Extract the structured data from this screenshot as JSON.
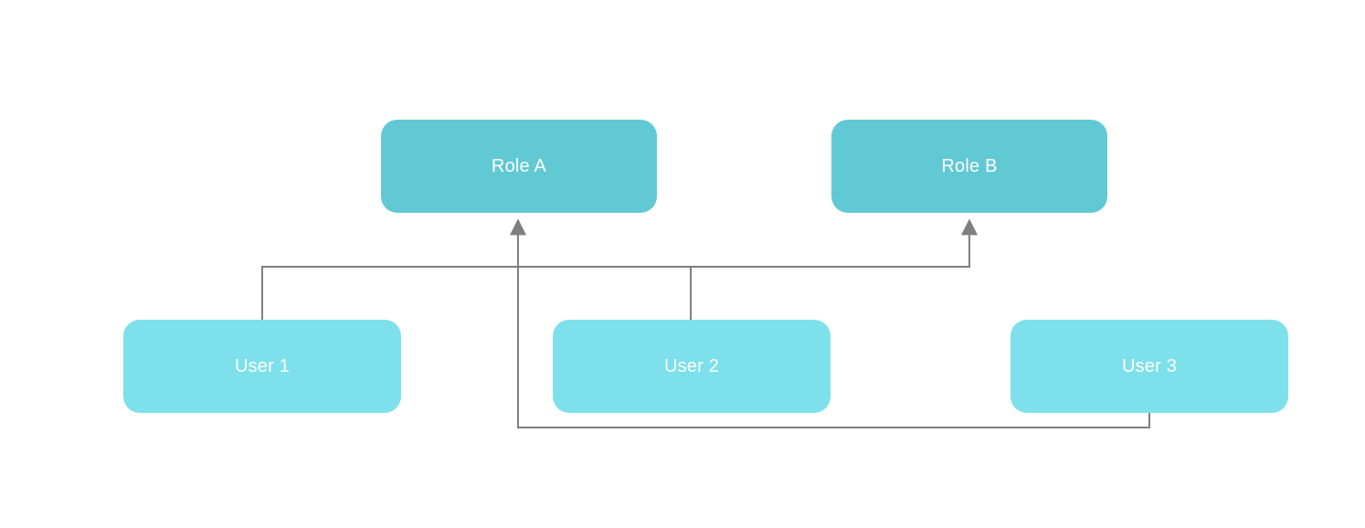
{
  "diagram": {
    "type": "role-assignment-diagram",
    "nodes": [
      {
        "id": "role-a",
        "label": "Role A",
        "kind": "role",
        "fill": "#61c9d4",
        "text_color": "#ffffff"
      },
      {
        "id": "role-b",
        "label": "Role B",
        "kind": "role",
        "fill": "#61c9d4",
        "text_color": "#ffffff"
      },
      {
        "id": "user-1",
        "label": "User 1",
        "kind": "user",
        "fill": "#7de0ea",
        "text_color": "#ffffff"
      },
      {
        "id": "user-2",
        "label": "User 2",
        "kind": "user",
        "fill": "#7de0ea",
        "text_color": "#ffffff"
      },
      {
        "id": "user-3",
        "label": "User 3",
        "kind": "user",
        "fill": "#7de0ea",
        "text_color": "#ffffff"
      }
    ],
    "edges": [
      {
        "from": "User 1",
        "to": "Role B",
        "arrow": "to"
      },
      {
        "from": "User 2",
        "to": "Role B",
        "arrow": "to"
      },
      {
        "from": "User 3",
        "to": "Role A",
        "arrow": "to"
      }
    ],
    "colors": {
      "edge_stroke": "#7f7f7f",
      "role_fill": "#61c9d4",
      "user_fill": "#7de0ea",
      "label_text": "#ffffff",
      "background": "#ffffff"
    }
  }
}
